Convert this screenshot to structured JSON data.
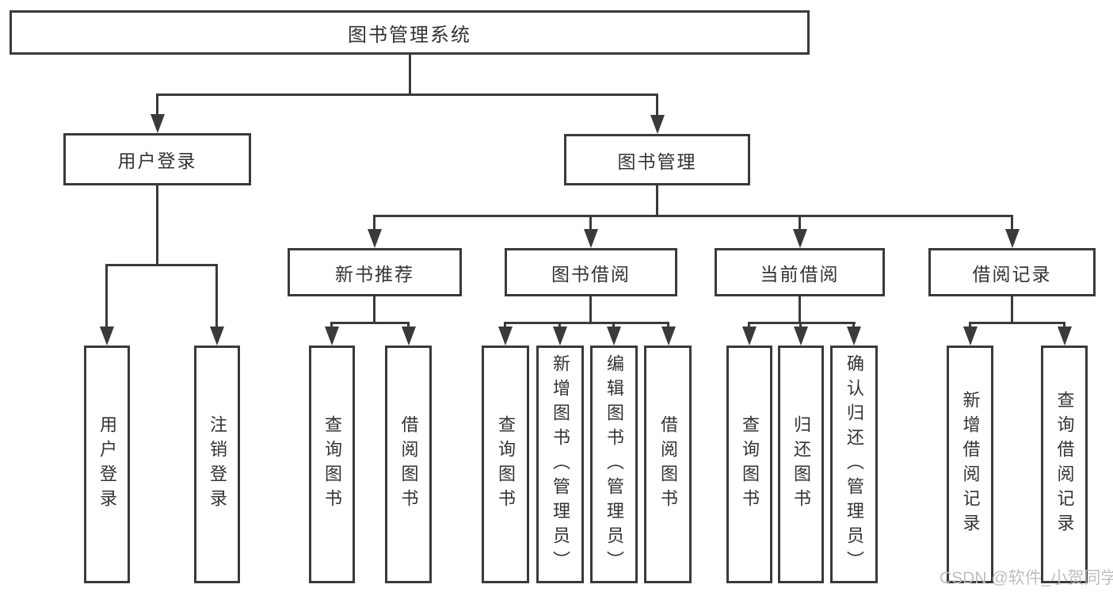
{
  "tree": {
    "label": "图书管理系统",
    "children": [
      {
        "label": "用户登录",
        "children": [
          {
            "label": "用户登录"
          },
          {
            "label": "注销登录"
          }
        ]
      },
      {
        "label": "图书管理",
        "children": [
          {
            "label": "新书推荐",
            "children": [
              {
                "label": "查询图书"
              },
              {
                "label": "借阅图书"
              }
            ]
          },
          {
            "label": "图书借阅",
            "children": [
              {
                "label": "查询图书"
              },
              {
                "label": "新增图书（管理员）"
              },
              {
                "label": "编辑图书（管理员）"
              },
              {
                "label": "借阅图书"
              }
            ]
          },
          {
            "label": "当前借阅",
            "children": [
              {
                "label": "查询图书"
              },
              {
                "label": "归还图书"
              },
              {
                "label": "确认归还（管理员）"
              }
            ]
          },
          {
            "label": "借阅记录",
            "children": [
              {
                "label": "新增借阅记录"
              },
              {
                "label": "查询借阅记录"
              }
            ]
          }
        ]
      }
    ]
  },
  "watermark": {
    "text": "CSDN @软件_小贺同学"
  },
  "colors": {
    "line": "#3a3a3a",
    "text": "#333333",
    "watermark": "#bcbcbe",
    "background": "#ffffff"
  }
}
